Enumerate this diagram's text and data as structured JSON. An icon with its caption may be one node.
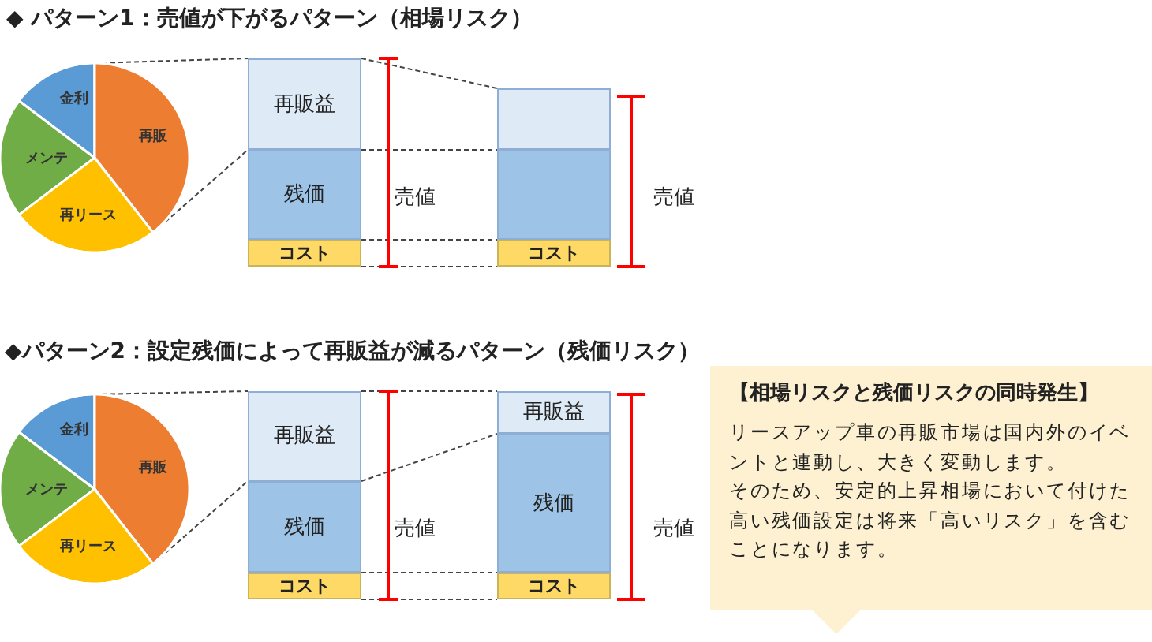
{
  "diagram": {
    "nodes": [
      {
        "text": [
          "金利"
        ]
      },
      {
        "text": [
          "再販"
        ]
      },
      {
        "text": [
          "メンテ"
        ]
      },
      {
        "text": [
          "再リース"
        ]
      },
      {
        "text": [
          "再販益"
        ]
      },
      {
        "text": [
          "残価"
        ]
      },
      {
        "text": [
          "コスト"
        ]
      },
      {
        "text": [],
        "shape": "box"
      },
      {
        "text": [],
        "shape": "box"
      },
      {
        "text": [
          "コスト"
        ]
      },
      {
        "text": [
          "金利"
        ]
      },
      {
        "text": [
          "再販"
        ]
      },
      {
        "text": [
          "メンテ"
        ]
      },
      {
        "text": [
          "再リース"
        ]
      },
      {
        "text": [
          "再販益"
        ]
      },
      {
        "text": [
          "残価"
        ]
      },
      {
        "text": [
          "コスト"
        ]
      },
      {
        "text": [
          "再販益"
        ]
      },
      {
        "text": [
          "残価"
        ]
      },
      {
        "text": [
          "コスト"
        ]
      },
      {
        "text": [
          "【相場リスクと残価リスクの同時発生】",
          "リースアップ車の再販市場は国内外のイベントと連動し、大きく変動します。",
          "そのため、安定的上昇相場において付けた高い残価設定は将来「高いリスク」を含むことになります。"
        ]
      }
    ],
    "edges": [
      {
        "from": 1,
        "to": 4,
        "arrow": "none",
        "style": "dashed"
      },
      {
        "from": 1,
        "to": 4,
        "arrow": "none",
        "style": "dashed"
      },
      {
        "from": 4,
        "to": 7,
        "arrow": "none",
        "style": "dashed"
      },
      {
        "from": 5,
        "to": 8,
        "arrow": "none",
        "style": "dashed"
      },
      {
        "from": 6,
        "to": 9,
        "arrow": "none",
        "style": "dashed"
      },
      {
        "from": 6,
        "to": 9,
        "arrow": "none",
        "style": "dashed"
      },
      {
        "from": 11,
        "to": 14,
        "arrow": "none",
        "style": "dashed"
      },
      {
        "from": 11,
        "to": 14,
        "arrow": "none",
        "style": "dashed"
      },
      {
        "from": 14,
        "to": 17,
        "arrow": "none",
        "style": "dashed"
      },
      {
        "from": 15,
        "to": 18,
        "arrow": "none",
        "style": "dashed"
      },
      {
        "from": 16,
        "to": 19,
        "arrow": "none",
        "style": "dashed"
      },
      {
        "from": 16,
        "to": 19,
        "arrow": "none",
        "style": "dashed"
      }
    ],
    "labels": [
      "◆ パターン1：売値が下がるパターン（相場リスク）",
      "売値",
      "売値",
      "◆パターン2：設定残価によって再販益が減るパターン（残価リスク）",
      "売値",
      "売値"
    ]
  }
}
